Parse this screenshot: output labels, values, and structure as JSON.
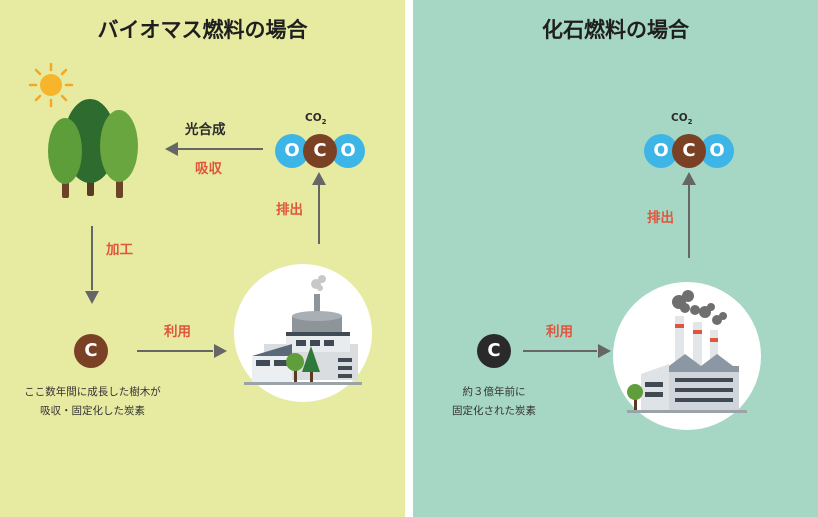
{
  "left": {
    "title": "バイオマス燃料の場合",
    "photosynthesis": "光合成",
    "absorption": "吸収",
    "processing": "加工",
    "use": "利用",
    "emission": "排出",
    "co2": "CO",
    "co2_sub": "2",
    "carbon_symbol": "C",
    "oxygen_symbol": "O",
    "carbon_caption_1": "ここ数年間に成長した樹木が",
    "carbon_caption_2": "吸収・固定化した炭素"
  },
  "right": {
    "title": "化石燃料の場合",
    "use": "利用",
    "emission": "排出",
    "co2": "CO",
    "co2_sub": "2",
    "carbon_symbol": "C",
    "oxygen_symbol": "O",
    "carbon_caption_1": "約３億年前に",
    "carbon_caption_2": "固定化された炭素"
  },
  "colors": {
    "left_bg": "#e7eba2",
    "right_bg": "#a6d7c4",
    "oxygen": "#3db5e6",
    "carbon_bio": "#7a4124",
    "carbon_fossil": "#2a2a2a",
    "accent_red": "#e0553d",
    "arrow": "#666666"
  }
}
